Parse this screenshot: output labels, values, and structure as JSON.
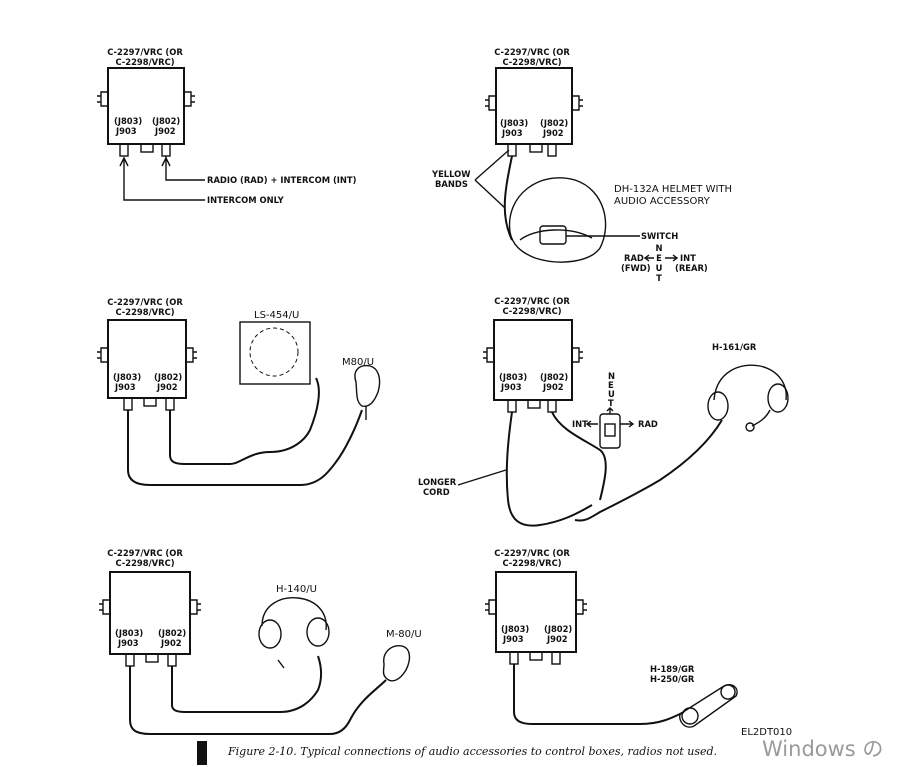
{
  "figure": {
    "caption": "Figure 2-10.  Typical connections of audio accessories to control boxes, radios not used.",
    "ref_code": "EL2DT010",
    "watermark": "Windows の",
    "panels": [
      {
        "id": "intercom-radio",
        "box": {
          "title1": "C-2297/VRC (OR",
          "title2": "C-2298/VRC)",
          "left_jack_top": "(J803)",
          "left_jack_bottom": "J903",
          "right_jack_top": "(J802)",
          "right_jack_bottom": "J902"
        },
        "labels": {
          "radio_intercom": "RADIO (RAD) + INTERCOM (INT)",
          "intercom_only": "INTERCOM ONLY"
        }
      },
      {
        "id": "helmet",
        "box": {
          "title1": "C-2297/VRC (OR",
          "title2": "C-2298/VRC)",
          "left_jack_top": "(J803)",
          "left_jack_bottom": "J903",
          "right_jack_top": "(J802)",
          "right_jack_bottom": "J902"
        },
        "labels": {
          "yellow_bands_1": "YELLOW",
          "yellow_bands_2": "BANDS",
          "helmet_1": "DH-132A HELMET WITH",
          "helmet_2": "AUDIO ACCESSORY",
          "switch": "SWITCH",
          "rad": "RAD",
          "fwd": "(FWD)",
          "int": "INT",
          "rear": "(REAR)",
          "neut_n": "N",
          "neut_e": "E",
          "neut_u": "U",
          "neut_t": "T"
        }
      },
      {
        "id": "speaker-mic",
        "box": {
          "title1": "C-2297/VRC (OR",
          "title2": "C-2298/VRC)",
          "left_jack_top": "(J803)",
          "left_jack_bottom": "J903",
          "right_jack_top": "(J802)",
          "right_jack_bottom": "J902"
        },
        "labels": {
          "speaker": "LS-454/U",
          "mic": "M80/U"
        }
      },
      {
        "id": "h161",
        "box": {
          "title1": "C-2297/VRC (OR",
          "title2": "C-2298/VRC)",
          "left_jack_top": "(J803)",
          "left_jack_bottom": "J903",
          "right_jack_top": "(J802)",
          "right_jack_bottom": "J902"
        },
        "labels": {
          "headset": "H-161/GR",
          "longer_1": "LONGER",
          "longer_2": "CORD",
          "int": "INT",
          "rad": "RAD",
          "neut_n": "N",
          "neut_e": "E",
          "neut_u": "U",
          "neut_t": "T"
        }
      },
      {
        "id": "h140",
        "box": {
          "title1": "C-2297/VRC (OR",
          "title2": "C-2298/VRC)",
          "left_jack_top": "(J803)",
          "left_jack_bottom": "J903",
          "right_jack_top": "(J802)",
          "right_jack_bottom": "J902"
        },
        "labels": {
          "headset": "H-140/U",
          "mic": "M-80/U"
        }
      },
      {
        "id": "handset",
        "box": {
          "title1": "C-2297/VRC (OR",
          "title2": "C-2298/VRC)",
          "left_jack_top": "(J803)",
          "left_jack_bottom": "J903",
          "right_jack_top": "(J802)",
          "right_jack_bottom": "J902"
        },
        "labels": {
          "handset_1": "H-189/GR",
          "handset_2": "H-250/GR"
        }
      }
    ]
  }
}
